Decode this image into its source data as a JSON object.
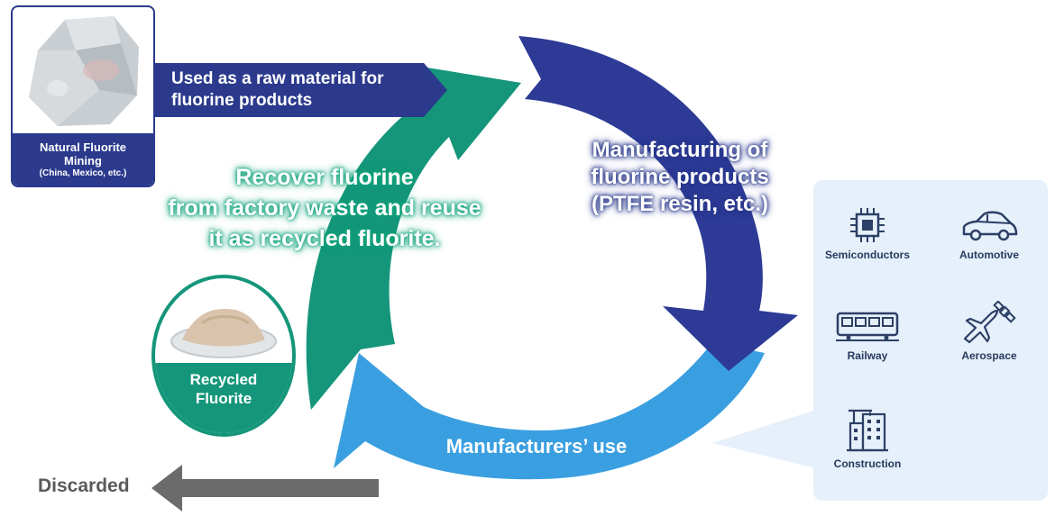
{
  "natural_fluorite": {
    "caption_line1": "Natural Fluorite",
    "caption_line2": "Mining",
    "caption_line3": "(China, Mexico, etc.)"
  },
  "raw_material": {
    "line1": "Used as a raw material for",
    "line2": "fluorine products"
  },
  "cycle": {
    "manufacturing": {
      "line1": "Manufacturing of",
      "line2": "fluorine products",
      "line3": "(PTFE resin, etc.)"
    },
    "recover": {
      "line1": "Recover fluorine",
      "line2": "from factory waste and reuse",
      "line3": "it as recycled fluorite."
    },
    "use": "Manufacturers’ use"
  },
  "recycled_fluorite": {
    "line1": "Recycled",
    "line2": "Fluorite"
  },
  "discarded": "Discarded",
  "uses": [
    {
      "label": "Semiconductors",
      "icon": "chip-icon"
    },
    {
      "label": "Automotive",
      "icon": "car-icon"
    },
    {
      "label": "Railway",
      "icon": "train-icon"
    },
    {
      "label": "Aerospace",
      "icon": "airplane-satellite-icon"
    },
    {
      "label": "Construction",
      "icon": "building-icon"
    }
  ],
  "colors": {
    "navy": "#2b3a8c",
    "teal": "#15967a",
    "light_blue": "#3a9fe0",
    "gray": "#6b6b6b",
    "panel": "#e5f0fa"
  }
}
